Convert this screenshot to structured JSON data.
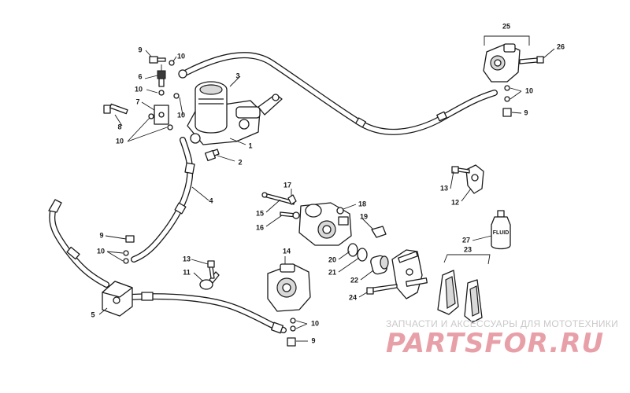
{
  "diagram": {
    "callouts": {
      "c1": "1",
      "c2": "2",
      "c3": "3",
      "c4": "4",
      "c5": "5",
      "c6": "6",
      "c7": "7",
      "c8": "8",
      "c9a": "9",
      "c9b": "9",
      "c9c": "9",
      "c9d": "9",
      "c10a": "10",
      "c10b": "10",
      "c10c": "10",
      "c10d": "10",
      "c10e": "10",
      "c10f": "10",
      "c10g": "10",
      "c11": "11",
      "c12": "12",
      "c13a": "13",
      "c13b": "13",
      "c14": "14",
      "c15": "15",
      "c16": "16",
      "c17": "17",
      "c18": "18",
      "c19": "19",
      "c20": "20",
      "c21": "21",
      "c22": "22",
      "c23": "23",
      "c24": "24",
      "c25": "25",
      "c26": "26",
      "c27": "27"
    },
    "bottle_label": "FLUID"
  },
  "watermark": {
    "tagline": "ЗАПЧАСТИ И АКСЕССУАРЫ ДЛЯ МОТОТЕХНИКИ",
    "logo_main": "PARTSFOR",
    "logo_tld": ".RU",
    "logo_color": "#e8a0a8"
  }
}
